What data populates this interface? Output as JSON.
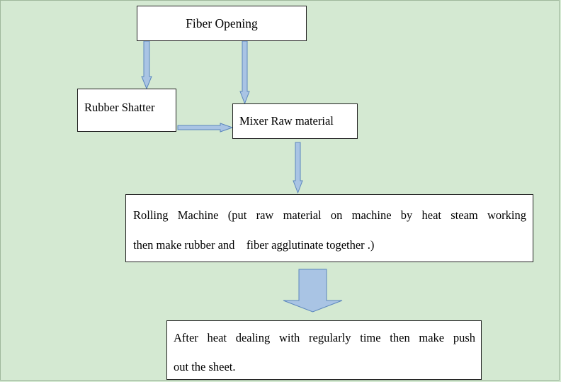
{
  "nodes": {
    "fiber_opening": "Fiber Opening",
    "rubber_shatter": "Rubber Shatter",
    "mixer": "Mixer Raw material",
    "rolling_line1": "Rolling Machine (put raw material on machine by heat steam working",
    "rolling_line2": "then make rubber and    fiber agglutinate together .)",
    "after_line1": "After heat dealing with regularly time then make push",
    "after_line2": "out the sheet."
  },
  "colors": {
    "background": "#d4e9d2",
    "arrow_fill": "#a9c4e4",
    "arrow_stroke": "#5b86bd",
    "box_fill": "#ffffff",
    "box_border": "#222222"
  },
  "edges": [
    {
      "from": "fiber_opening",
      "to": "rubber_shatter"
    },
    {
      "from": "fiber_opening",
      "to": "mixer"
    },
    {
      "from": "rubber_shatter",
      "to": "mixer"
    },
    {
      "from": "mixer",
      "to": "rolling_machine"
    },
    {
      "from": "rolling_machine",
      "to": "after_heat"
    }
  ]
}
